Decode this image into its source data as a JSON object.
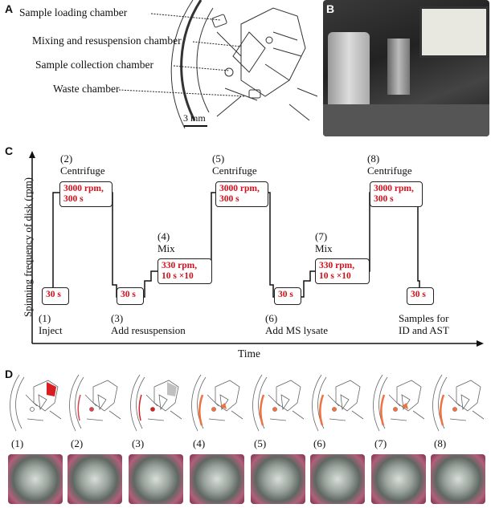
{
  "panel_letters": {
    "a": "A",
    "b": "B",
    "c": "C",
    "d": "D"
  },
  "panel_a": {
    "labels": [
      "Sample loading chamber",
      "Mixing and resuspension chamber",
      "Sample collection chamber",
      "Waste chamber"
    ],
    "scale_bar": "3 mm"
  },
  "panel_c": {
    "ylabel": "Spinning frequency of disk (rpm)",
    "xlabel": "Time",
    "steps": [
      {
        "num": "(1)",
        "name": "Inject",
        "box": "30 s"
      },
      {
        "num": "(2)",
        "name": "Centrifuge",
        "box": "3000 rpm, 300 s"
      },
      {
        "num": "(3)",
        "name": "Add resuspension",
        "box": "30 s"
      },
      {
        "num": "(4)",
        "name": "Mix",
        "box": "330 rpm, 10 s ×10"
      },
      {
        "num": "(5)",
        "name": "Centrifuge",
        "box": "3000 rpm, 300 s"
      },
      {
        "num": "(6)",
        "name": "Add MS lysate",
        "box": "30 s"
      },
      {
        "num": "(7)",
        "name": "Mix",
        "box": "330 rpm, 10 s ×10"
      },
      {
        "num": "(8)",
        "name": "Centrifuge",
        "box": "3000 rpm, 300 s"
      },
      {
        "num": "",
        "name": "Samples for ID and AST",
        "box": "30 s"
      }
    ],
    "box_lines": {
      "b2a": "3000 rpm,",
      "b2b": "300 s",
      "b4a": "330 rpm,",
      "b4b": "10 s ×10"
    },
    "name_lines": {
      "samples_a": "Samples for",
      "samples_b": "ID and AST"
    }
  },
  "panel_d": {
    "stages": [
      "(1)",
      "(2)",
      "(3)",
      "(4)",
      "(5)",
      "(6)",
      "(7)",
      "(8)"
    ],
    "highlight_colors": [
      "#d81e20",
      "#e04050",
      "#c0c0c0",
      "#f07040",
      "#f07040",
      "#f07040",
      "#f07040",
      "#f07040"
    ]
  }
}
